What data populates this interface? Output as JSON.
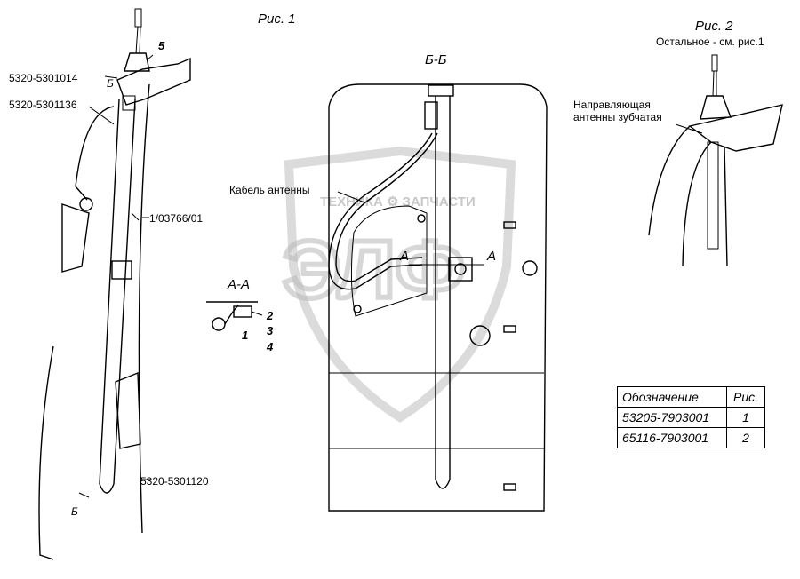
{
  "figure1": {
    "caption": "Рис. 1",
    "part_5320_5301014": "5320-5301014",
    "part_5320_5301136": "5320-5301136",
    "part_1_03766_01": "1/03766/01",
    "part_5320_5301120": "5320-5301120",
    "callout_5": "5",
    "section_mark_top": "Б",
    "section_mark_bottom": "Б"
  },
  "section_aa": {
    "title": "А-А",
    "callout_1": "1",
    "callout_2": "2",
    "callout_3": "3",
    "callout_4": "4"
  },
  "section_bb": {
    "title": "Б-Б",
    "cable_label": "Кабель антенны",
    "mark_a_left": "А",
    "mark_a_right": "А"
  },
  "figure2": {
    "caption": "Рис. 2",
    "note": "Остальное - см. рис.1",
    "guide_label_line1": "Направляющая",
    "guide_label_line2": "антенны зубчатая"
  },
  "watermark": {
    "text": "ТЕХНИКА ⚙ ЗАПЧАСТИ",
    "logo": "ЭЛФ"
  },
  "table": {
    "headers": [
      "Обозначение",
      "Рис."
    ],
    "rows": [
      [
        "53205-7903001",
        "1"
      ],
      [
        "65116-7903001",
        "2"
      ]
    ]
  }
}
